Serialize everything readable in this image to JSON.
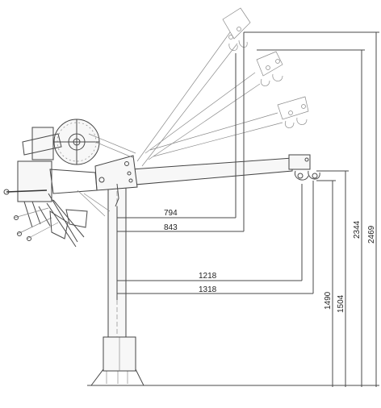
{
  "dimensions": {
    "horizontal": [
      {
        "id": "reach-794",
        "label": "794"
      },
      {
        "id": "reach-843",
        "label": "843"
      },
      {
        "id": "reach-1218",
        "label": "1218"
      },
      {
        "id": "reach-1318",
        "label": "1318"
      }
    ],
    "vertical": [
      {
        "id": "height-1490",
        "label": "1490"
      },
      {
        "id": "height-1504",
        "label": "1504"
      },
      {
        "id": "height-2344",
        "label": "2344"
      },
      {
        "id": "height-2469",
        "label": "2469"
      }
    ]
  }
}
